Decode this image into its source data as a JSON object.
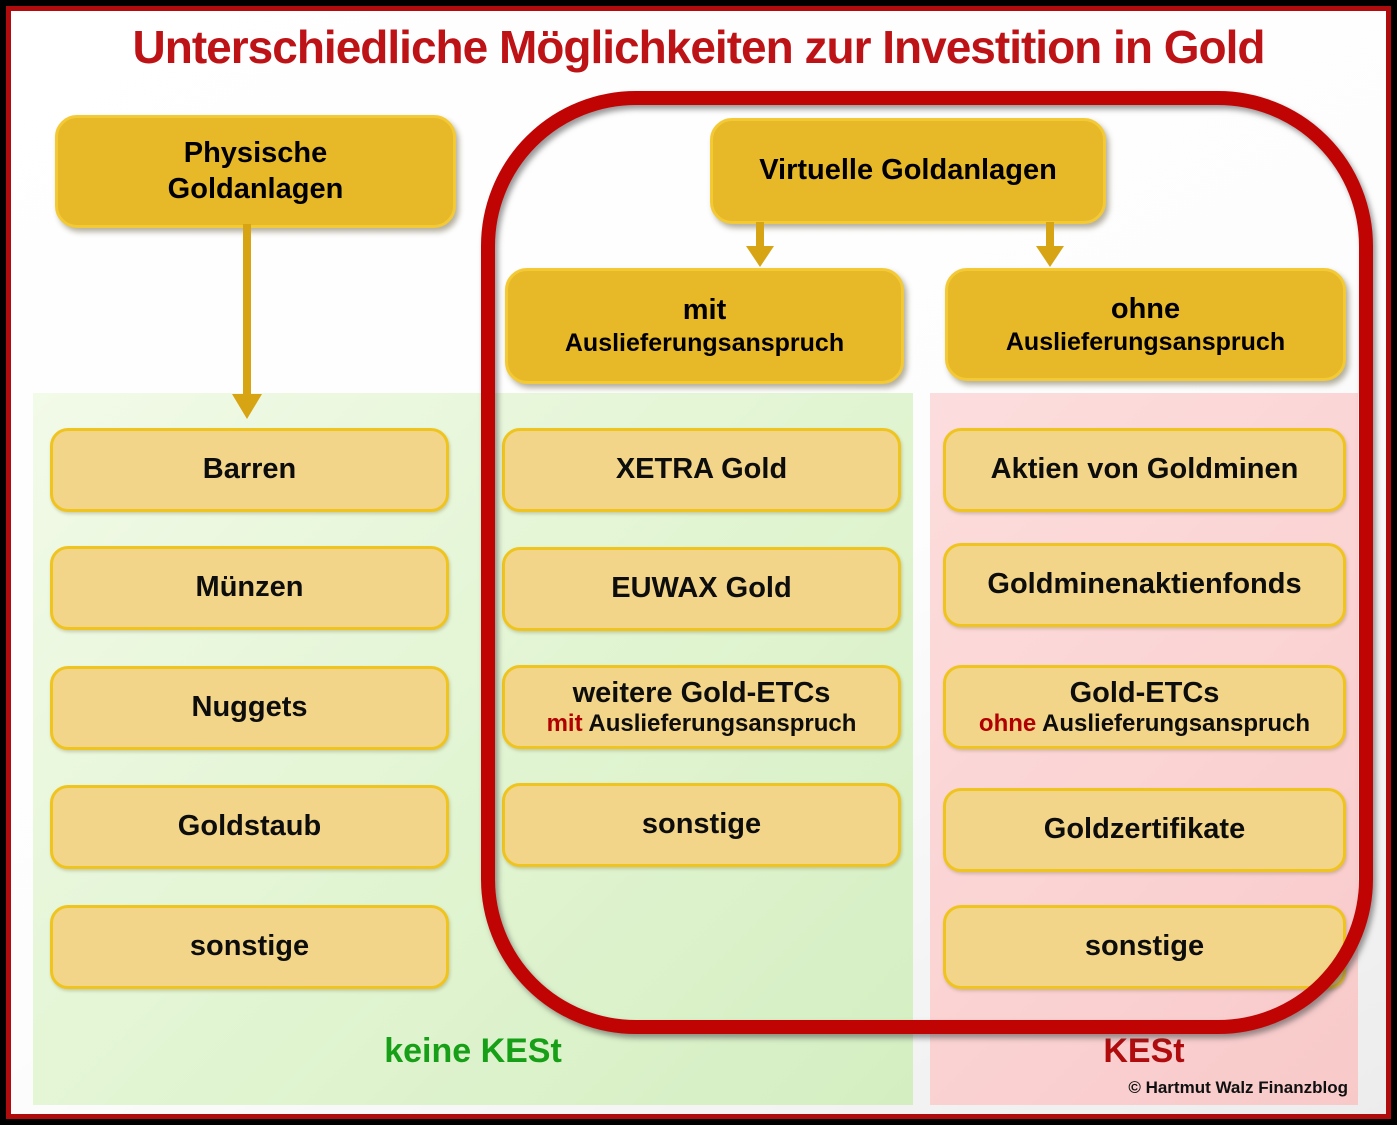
{
  "title": "Unterschiedliche Möglichkeiten zur Investition in Gold",
  "headers": {
    "physical": {
      "line1": "Physische",
      "line2": "Goldanlagen"
    },
    "virtual": "Virtuelle Goldanlagen",
    "with_claim": {
      "line1": "mit",
      "line2": "Auslieferungsanspruch"
    },
    "without_claim": {
      "line1": "ohne",
      "line2": "Auslieferungsanspruch"
    }
  },
  "physical_items": [
    "Barren",
    "Münzen",
    "Nuggets",
    "Goldstaub",
    "sonstige"
  ],
  "virtual_with_items": {
    "item1": "XETRA Gold",
    "item2": "EUWAX Gold",
    "item3": {
      "line1": "weitere Gold-ETCs",
      "accent": "mit",
      "rest": " Auslieferungsanspruch"
    },
    "item4": "sonstige"
  },
  "virtual_without_items": {
    "item1": "Aktien von Goldminen",
    "item2": "Goldminenaktienfonds",
    "item3": {
      "line1": "Gold-ETCs",
      "accent": "ohne",
      "rest": " Auslieferungsanspruch"
    },
    "item4": "Goldzertifikate",
    "item5": "sonstige"
  },
  "footer": {
    "no_tax": "keine KESt",
    "tax": "KESt",
    "credit": "© Hartmut Walz Finanzblog"
  },
  "colors": {
    "title_red": "#be1316",
    "outline_red": "#c00404",
    "frame_red": "#b00c0e",
    "header_gold": "#e7b827",
    "item_gold": "#f2d588",
    "item_border": "#f0c41f",
    "arrow_gold": "#d7a414",
    "panel_green": "#e2f5d3",
    "panel_pink": "#fbd3d3",
    "no_tax_green": "#17a017",
    "accent_red": "#b00000"
  }
}
